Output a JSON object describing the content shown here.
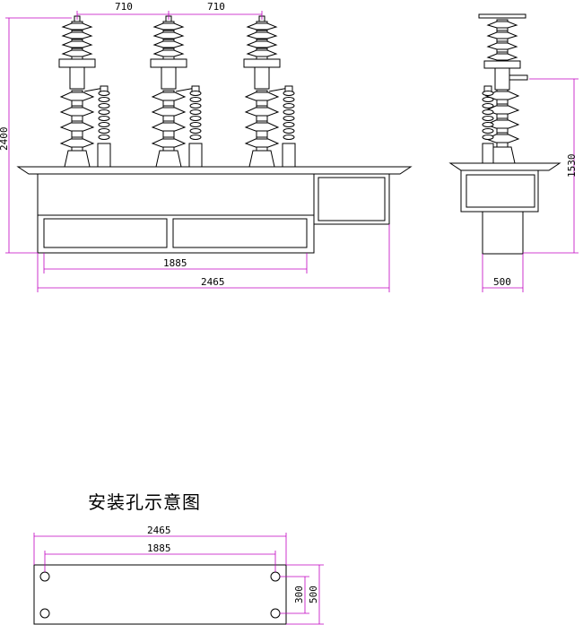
{
  "front_view": {
    "dim_pole_spacing_left": "710",
    "dim_pole_spacing_right": "710",
    "dim_height": "2400",
    "dim_inner_width": "1885",
    "dim_total_width": "2465"
  },
  "side_view": {
    "dim_height": "1530",
    "dim_width": "500"
  },
  "mounting_plan": {
    "title": "安装孔示意图",
    "dim_total_width": "2465",
    "dim_hole_spacing": "1885",
    "dim_hole_pitch": "300",
    "dim_depth": "500"
  },
  "colors": {
    "dimension_line": "#c000c0",
    "outline": "#000000"
  }
}
